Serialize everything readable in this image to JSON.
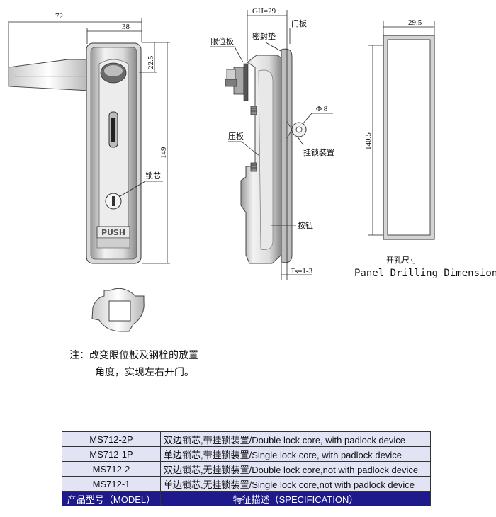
{
  "front_view": {
    "dim_width": "72",
    "dim_body": "38",
    "dim_slot": "22.5",
    "dim_height": "149",
    "label_lock_core": "锁芯",
    "push_text": "PUSH"
  },
  "side_view": {
    "dim_gh": "GH=29",
    "label_door_panel": "门板",
    "label_seal": "密封垫",
    "label_limit_plate": "限位板",
    "label_phi": "Φ 8",
    "label_pressure_plate": "压板",
    "label_padlock": "挂锁装置",
    "label_button": "按钮",
    "dim_ts": "Ts=1-3"
  },
  "panel": {
    "dim_width": "29.5",
    "dim_height": "140.5",
    "caption_cn": "开孔尺寸",
    "caption_en": "Panel Drilling Dimensions"
  },
  "note": {
    "line1": "注：改变限位板及钢栓的放置",
    "line2": "角度，实现左右开门。"
  },
  "spec_table": {
    "rows": [
      {
        "model": "MS712-2P",
        "spec": "双边锁芯,带挂锁装置/Double lock  core, with padlock device"
      },
      {
        "model": "MS712-1P",
        "spec": "单边锁芯,带挂锁装置/Single lock  core, with padlock device"
      },
      {
        "model": "MS712-2",
        "spec": "双边锁芯,无挂锁装置/Double lock  core,not with padlock device"
      },
      {
        "model": "MS712-1",
        "spec": "单边锁芯,无挂锁装置/Single lock  core,not with padlock device"
      }
    ],
    "header_model": "产品型号（MODEL）",
    "header_spec": "特征描述（SPECIFICATION）",
    "header_color": "#1f1a8c",
    "row_color": "#e2e4f6"
  }
}
